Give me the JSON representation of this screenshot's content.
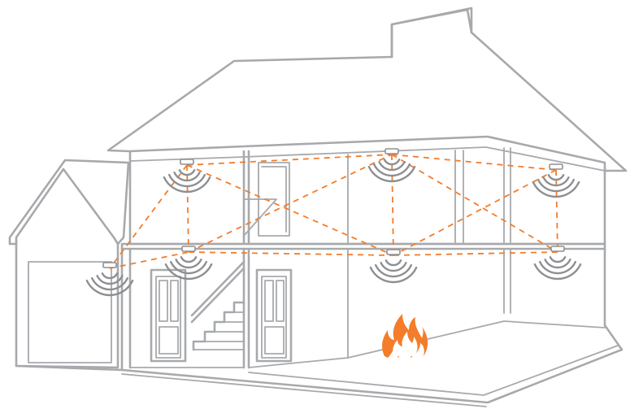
{
  "colors": {
    "line": "#a7a9ac",
    "signal": "#f47c2a",
    "fire_outer": "#f47c2a",
    "fire_inner": "#ffffff",
    "detector_waves": "#8d8f92",
    "background": "#ffffff"
  },
  "icons": {
    "detector": "smoke-alarm-icon",
    "fire": "fire-icon",
    "waves": "signal-waves-icon"
  },
  "detectors": [
    {
      "id": "upstairs-left",
      "floor": "upper"
    },
    {
      "id": "upstairs-center",
      "floor": "upper"
    },
    {
      "id": "upstairs-right",
      "floor": "upper"
    },
    {
      "id": "garage",
      "floor": "lower"
    },
    {
      "id": "downstairs-left",
      "floor": "lower"
    },
    {
      "id": "downstairs-center",
      "floor": "lower"
    },
    {
      "id": "downstairs-right",
      "floor": "lower"
    }
  ],
  "links": [
    [
      "upstairs-left",
      "upstairs-center"
    ],
    [
      "upstairs-center",
      "upstairs-right"
    ],
    [
      "upstairs-left",
      "downstairs-center"
    ],
    [
      "upstairs-center",
      "downstairs-center"
    ],
    [
      "upstairs-center",
      "downstairs-right"
    ],
    [
      "upstairs-right",
      "downstairs-center"
    ],
    [
      "upstairs-right",
      "downstairs-right"
    ],
    [
      "upstairs-left",
      "downstairs-left"
    ],
    [
      "upstairs-left",
      "garage"
    ],
    [
      "garage",
      "downstairs-left"
    ],
    [
      "downstairs-left",
      "downstairs-center"
    ],
    [
      "downstairs-center",
      "downstairs-right"
    ],
    [
      "downstairs-left",
      "upstairs-center"
    ]
  ],
  "fire": {
    "location": "downstairs-center-room"
  }
}
